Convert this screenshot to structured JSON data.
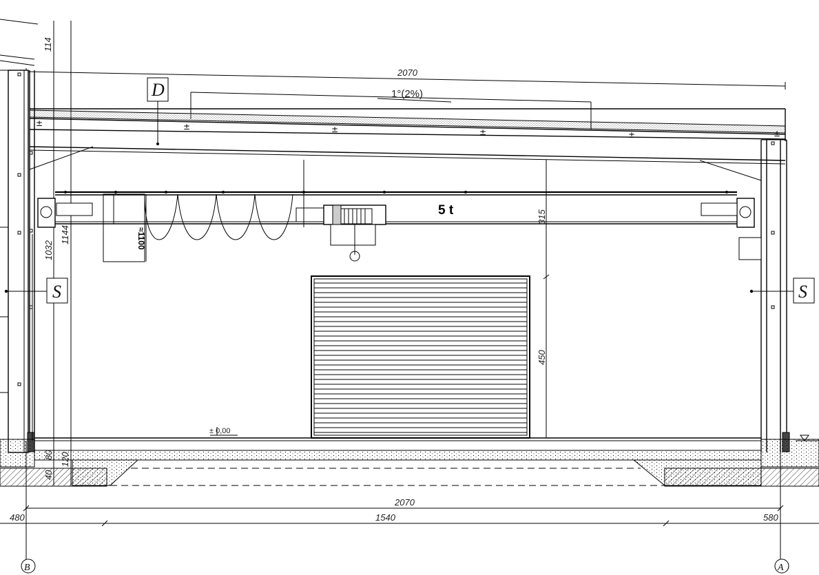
{
  "dimensions": {
    "top_span": "2070",
    "top_left_vertical": "114",
    "slope": "1°(2%)",
    "crane_capacity": "5 t",
    "hoist_height": "≈1100",
    "left_vertical_a": "1144",
    "left_vertical_b": "1032",
    "right_vertical_upper": "315",
    "right_vertical_lower": "450",
    "floor_level": "± 0,00",
    "bottom_vertical_a": "80",
    "bottom_vertical_b": "120",
    "bottom_vertical_c": "40",
    "bottom_span": "2070",
    "bottom_left": "480",
    "bottom_middle": "1540",
    "bottom_right": "580"
  },
  "labels": {
    "roof": "D",
    "wall_left": "S",
    "wall_right": "S"
  },
  "axes": {
    "left": "B",
    "right": "A"
  }
}
